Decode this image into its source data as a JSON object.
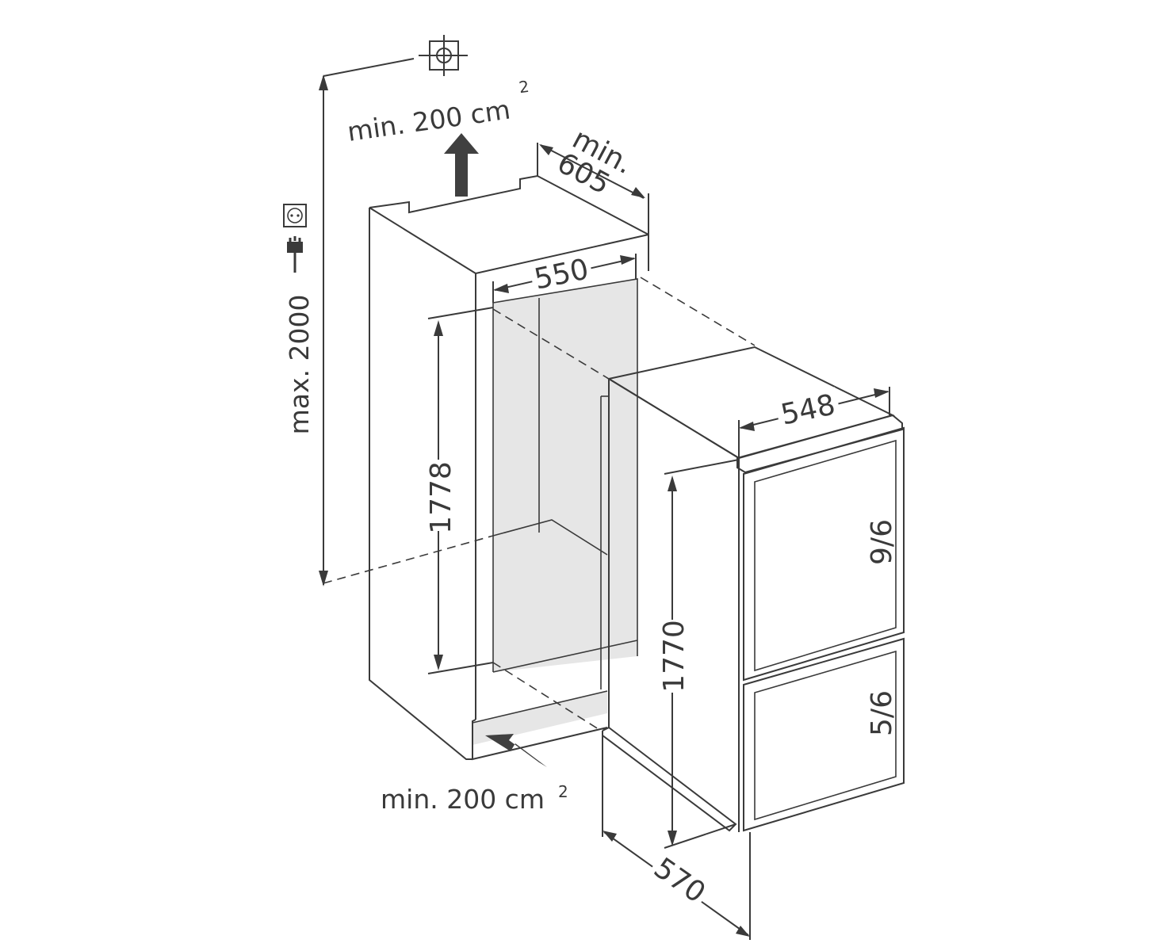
{
  "labels": {
    "vent_top": "min. 200 cm",
    "vent_top_sup": "2",
    "vent_bottom": "min. 200 cm",
    "vent_bottom_sup": "2",
    "depth_min_word": "min.",
    "depth_min_value": "605",
    "niche_width": "550",
    "max_height": "max. 2000",
    "niche_height": "1778",
    "appliance_width": "548",
    "appliance_height": "1770",
    "appliance_depth": "570",
    "door_upper": "9/6",
    "door_lower": "5/6"
  },
  "icons": [
    "target-icon",
    "wall-socket-icon",
    "plug-icon"
  ],
  "colors": {
    "line": "#3a3a3a",
    "arrow": "#404040",
    "niche_interior": "#e6e6e6",
    "background": "#ffffff"
  }
}
